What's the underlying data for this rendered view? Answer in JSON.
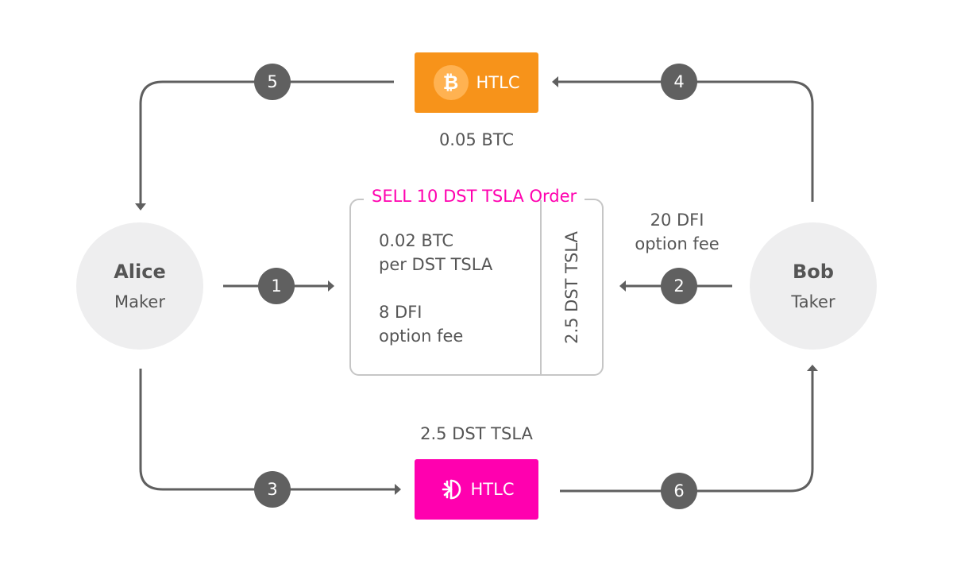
{
  "participants": {
    "maker": {
      "name": "Alice",
      "role": "Maker"
    },
    "taker": {
      "name": "Bob",
      "role": "Taker"
    }
  },
  "htlcs": {
    "btc": {
      "label": "HTLC",
      "icon": "bitcoin-icon",
      "color": "#f7931a",
      "amount": "0.05 BTC"
    },
    "dfi": {
      "label": "HTLC",
      "icon": "defichain-icon",
      "color": "#ff00af",
      "amount": "2.5 DST TSLA"
    }
  },
  "order": {
    "title": "SELL 10 DST TSLA Order",
    "price_line1": "0.02 BTC",
    "price_line2": "per DST TSLA",
    "fee_line1": "8 DFI",
    "fee_line2": "option fee",
    "side_amount": "2.5 DST TSLA"
  },
  "taker_fee": {
    "line1": "20 DFI",
    "line2": "option fee"
  },
  "steps": [
    "1",
    "2",
    "3",
    "4",
    "5",
    "6"
  ],
  "colors": {
    "accent": "#ff00af",
    "btc": "#f7931a",
    "arrow": "#606060",
    "participant_bg": "#eeeeef",
    "box_border": "#c6c6c6"
  }
}
